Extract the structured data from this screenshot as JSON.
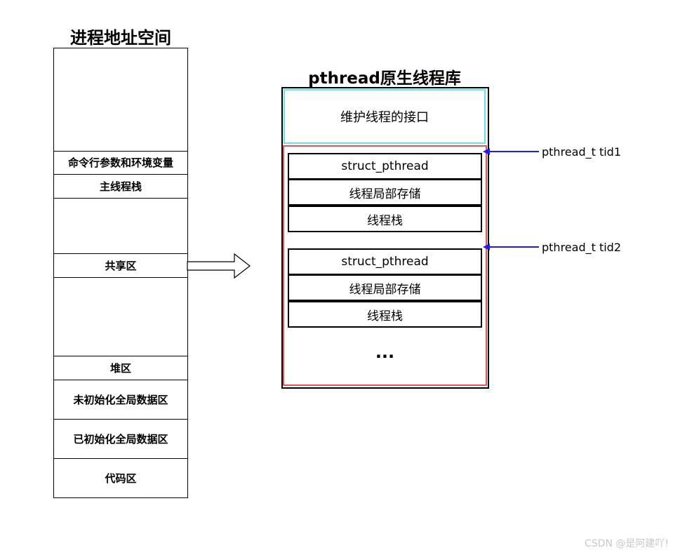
{
  "process_space": {
    "title": "进程地址空间",
    "segments": {
      "top_empty": "",
      "args_env": "命令行参数和环境变量",
      "main_stack": "主线程栈",
      "gap1": "",
      "shared": "共享区",
      "gap2": "",
      "heap": "堆区",
      "bss": "未初始化全局数据区",
      "data": "已初始化全局数据区",
      "code": "代码区"
    }
  },
  "library": {
    "title": "pthread原生线程库",
    "interface": "维护线程的接口",
    "thread1": {
      "struct": "struct_pthread",
      "tls": "线程局部存储",
      "stack": "线程栈"
    },
    "thread2": {
      "struct": "struct_pthread",
      "tls": "线程局部存储",
      "stack": "线程栈"
    },
    "ellipsis": "..."
  },
  "tids": {
    "tid1": "pthread_t tid1",
    "tid2": "pthread_t tid2"
  },
  "colors": {
    "interface_border": "#5ee6ee",
    "thread_area_border": "#ee5050",
    "tid_arrow": "#1a1aff"
  },
  "watermark": "CSDN @是阿建吖!"
}
